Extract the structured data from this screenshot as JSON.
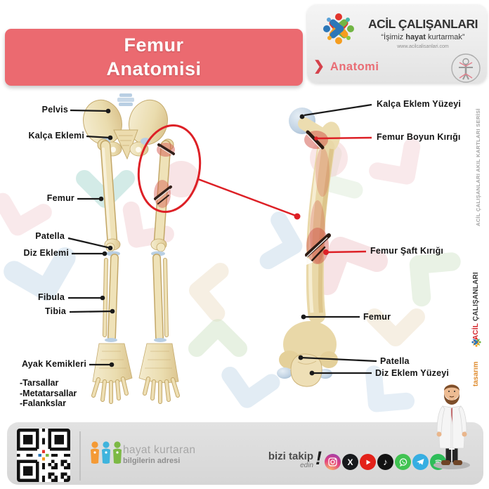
{
  "title": {
    "line1": "Femur",
    "line2": "Anatomisi"
  },
  "brand": {
    "name": "ACİL ÇALIŞANLARI",
    "tagline_open": "“İşimiz ",
    "tagline_bold": "hayat",
    "tagline_close": " kurtarmak”",
    "website": "www.acilcalisanlari.com",
    "category": "Anatomi"
  },
  "skeleton_labels": {
    "pelvis": "Pelvis",
    "kalca_eklemi": "Kalça Eklemi",
    "femur": "Femur",
    "patella": "Patella",
    "diz_eklemi": "Diz Eklemi",
    "fibula": "Fibula",
    "tibia": "Tibia",
    "ayak_kemikleri": "Ayak Kemikleri",
    "foot_bones": [
      "-Tarsallar",
      "-Metatarsallar",
      "-Falankslar"
    ]
  },
  "femur_labels": {
    "kalca_eklem_yuzeyi": "Kalça Eklem Yüzeyi",
    "femur_boyun_kirigi": "Femur Boyun Kırığı",
    "femur_saft_kirigi": "Femur Şaft Kırığı",
    "femur": "Femur",
    "patella": "Patella",
    "diz_eklem_yuzeyi": "Diz Eklem Yüzeyi"
  },
  "side_rail": {
    "series": "ACİL ÇALIŞANLARI AKIL KARTLARI SERİSİ",
    "design_label": "tasarım",
    "brand_red": "ACİL ",
    "brand_dark": "ÇALIŞANLARI"
  },
  "footer": {
    "slogan_line1": "hayat kurtaran",
    "slogan_line2": "bilgilerin adresi",
    "follow_line1": "bizi takip",
    "follow_line2": "edin",
    "follow_bang": "!",
    "social_icons": [
      "instagram",
      "x",
      "youtube",
      "tiktok",
      "whatsapp",
      "telegram",
      "spotify"
    ]
  },
  "colors": {
    "banner": "#eb6a70",
    "annotation_red": "#dd2026",
    "anatomi_pink": "#e96d75",
    "bone": "#ecddb0",
    "cartilage": "#bcd0e4",
    "footer_gray": "#dcdcdc"
  }
}
